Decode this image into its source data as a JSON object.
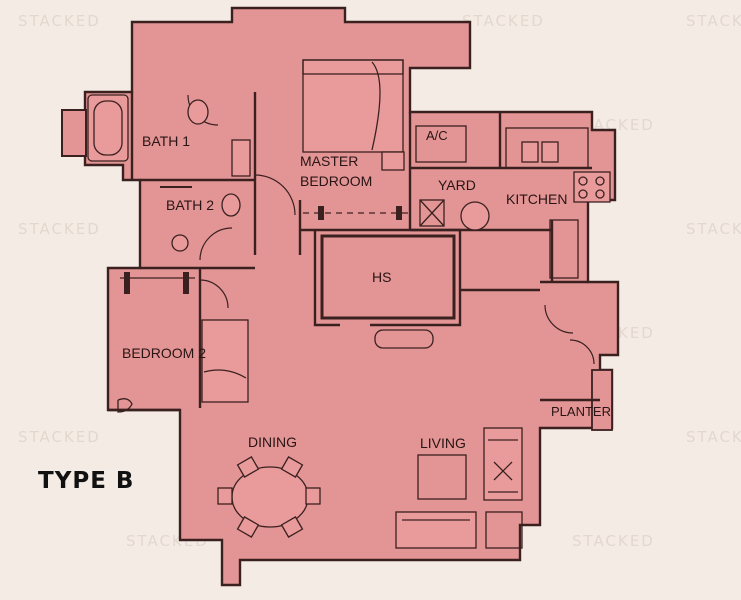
{
  "plan_title": "TYPE B",
  "watermark": "STACKED",
  "rooms": {
    "bath_1": "BATH 1",
    "bath_2": "BATH 2",
    "master_bedroom_line1": "MASTER",
    "master_bedroom_line2": "BEDROOM",
    "ac": "A/C",
    "yard": "YARD",
    "kitchen": "KITCHEN",
    "hs": "HS",
    "bedroom_2": "BEDROOM 2",
    "dining": "DINING",
    "living": "LIVING",
    "planter": "PLANTER"
  },
  "colors": {
    "floor_fill": "#e39595",
    "wall_stroke": "#3b2020",
    "background": "#f4ebe4"
  }
}
